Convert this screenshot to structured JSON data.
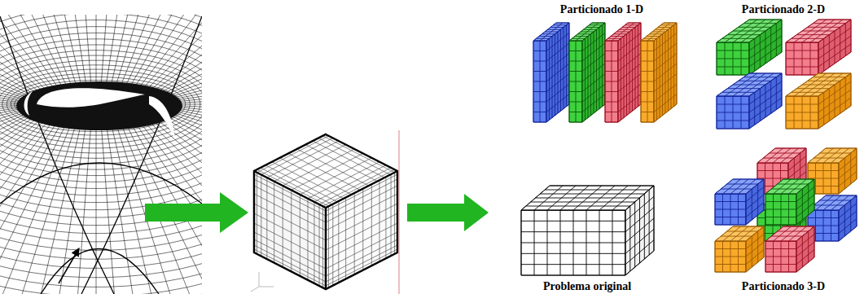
{
  "diagram": {
    "nodes": [
      {
        "text": [
          "Particionado 1-D"
        ]
      },
      {
        "text": [
          "Particionado 2-D"
        ]
      },
      {
        "text": [
          "Problema original"
        ]
      },
      {
        "text": [
          "Particionado 3-D"
        ]
      }
    ],
    "edges": [
      {
        "from": 2,
        "to": 0,
        "arrow": "to"
      },
      {
        "from": 2,
        "to": 1,
        "arrow": "to"
      },
      {
        "from": 2,
        "to": 3,
        "arrow": "to"
      }
    ]
  }
}
